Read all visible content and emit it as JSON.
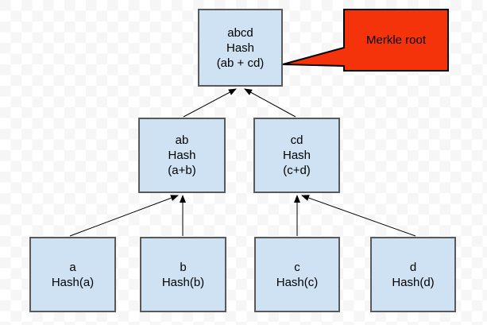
{
  "diagram": {
    "type": "merkle-tree",
    "nodes": [
      {
        "id": "abcd",
        "lines": [
          "abcd",
          "Hash",
          "(ab + cd)"
        ]
      },
      {
        "id": "ab",
        "lines": [
          "ab",
          "Hash",
          "(a+b)"
        ]
      },
      {
        "id": "cd",
        "lines": [
          "cd",
          "Hash",
          "(c+d)"
        ]
      },
      {
        "id": "a",
        "lines": [
          "a",
          "Hash(a)"
        ]
      },
      {
        "id": "b",
        "lines": [
          "b",
          "Hash(b)"
        ]
      },
      {
        "id": "c",
        "lines": [
          "c",
          "Hash(c)"
        ]
      },
      {
        "id": "d",
        "lines": [
          "d",
          "Hash(d)"
        ]
      }
    ],
    "edges": [
      {
        "from": "ab",
        "to": "abcd"
      },
      {
        "from": "cd",
        "to": "abcd"
      },
      {
        "from": "a",
        "to": "ab"
      },
      {
        "from": "b",
        "to": "ab"
      },
      {
        "from": "c",
        "to": "cd"
      },
      {
        "from": "d",
        "to": "cd"
      }
    ],
    "callout": {
      "label": "Merkle root",
      "points_to": "abcd"
    },
    "colors": {
      "node_fill": "#cfe2f3",
      "node_border": "#595959",
      "callout_fill": "#f5330a",
      "callout_border": "#000000",
      "arrow": "#000000"
    }
  }
}
